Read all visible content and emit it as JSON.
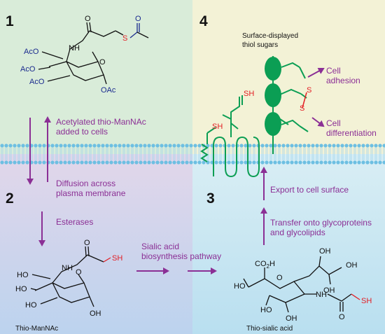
{
  "panels": {
    "p1": "1",
    "p2": "2",
    "p3": "3",
    "p4": "4"
  },
  "colors": {
    "panel1_bg": "#d9ecd9",
    "panel4_bg": "#f2f1d4",
    "panel2_bg": "#d7d2ea",
    "panel3_bg": "#cde6ee",
    "purple": "#8b2f95",
    "green": "#0b9e54",
    "blue": "#1a2a8e",
    "red": "#e31e24",
    "membrane": "#5fb7dc"
  },
  "molecule_top": {
    "ac1": "AcO",
    "ac2": "AcO",
    "ac3": "AcO",
    "nh": "NH",
    "o_carbonyl": "O",
    "s": "S",
    "o_thioester": "O",
    "o_ring": "O",
    "oac": "OAc"
  },
  "arrows_text": {
    "acetylated": [
      "Acetylated thio-ManNAc",
      "added to cells"
    ],
    "diffusion": [
      "Diffusion across",
      "plasma membrane"
    ],
    "esterases": "Esterases",
    "sialic_pathway": [
      "Sialic acid",
      "biosynthesis pathway"
    ],
    "export": "Export to cell surface",
    "transfer": [
      "Transfer onto glycoproteins",
      "and glycolipids"
    ],
    "adhesion": [
      "Cell",
      "adhesion"
    ],
    "differentiation": [
      "Cell",
      "differentiation"
    ]
  },
  "surface_label": [
    "Surface-displayed",
    "thiol sugars"
  ],
  "sugar_labels": {
    "sh1": "SH",
    "sh2": "SH",
    "s1": "S",
    "s2": "S"
  },
  "molecule_mid": {
    "ho1": "HO",
    "ho2": "HO",
    "ho3": "HO",
    "nh": "NH",
    "o_carbonyl": "O",
    "sh": "SH",
    "o_ring": "O",
    "oh": "OH"
  },
  "molecule_right": {
    "co2h": "CO",
    "co2h_sub": "2",
    "co2h_tail": "H",
    "oh_a": "OH",
    "oh_b": "OH",
    "oh_c": "OH",
    "ho_left": "HO",
    "ho_bottom": "HO",
    "nh": "NH",
    "o_ring": "O",
    "o_carbonyl": "O",
    "sh": "SH",
    "oh_d": "OH"
  },
  "captions": {
    "thio_mannac": "Thio-ManNAc",
    "thio_sialic": "Thio-sialic acid"
  }
}
